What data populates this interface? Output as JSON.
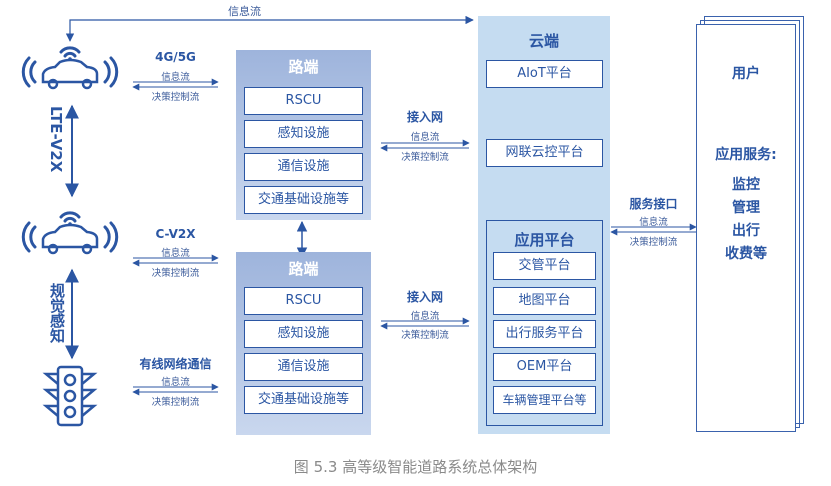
{
  "top_flow": {
    "label": "信息流"
  },
  "vehicle_links": [
    {
      "tech": "4G/5G",
      "info": "信息流",
      "control": "决策控制流"
    },
    {
      "tech": "C-V2X",
      "info": "信息流",
      "control": "决策控制流"
    },
    {
      "tech": "有线网络通信",
      "info": "信息流",
      "control": "决策控制流"
    }
  ],
  "vertical_labels": {
    "lte": "LTE-V2X",
    "vision": "规觉感知"
  },
  "road_units": [
    {
      "title": "路端",
      "items": [
        "RSCU",
        "感知设施",
        "通信设施",
        "交通基础设施等"
      ]
    },
    {
      "title": "路端",
      "items": [
        "RSCU",
        "感知设施",
        "通信设施",
        "交通基础设施等"
      ]
    }
  ],
  "access_links": [
    {
      "title": "接入网",
      "info": "信息流",
      "control": "决策控制流"
    },
    {
      "title": "接入网",
      "info": "信息流",
      "control": "决策控制流"
    }
  ],
  "cloud": {
    "title": "云端",
    "aiot": "AIoT平台",
    "cloud_control": "网联云控平台",
    "app_platform": {
      "title": "应用平台",
      "items": [
        "交管平台",
        "地图平台",
        "出行服务平台",
        "OEM平台",
        "车辆管理平台等"
      ]
    }
  },
  "service_link": {
    "title": "服务接口",
    "info": "信息流",
    "control": "决策控制流"
  },
  "user": {
    "title": "用户",
    "services_title": "应用服务:",
    "services": [
      "监控",
      "管理",
      "出行",
      "收费等"
    ]
  },
  "caption": "图 5.3 高等级智能道路系统总体架构",
  "colors": {
    "primary": "#2b56a3",
    "road_bg": "#a9bde2",
    "cloud_bg": "#c5dcf1",
    "caption": "#8a8a8a"
  }
}
